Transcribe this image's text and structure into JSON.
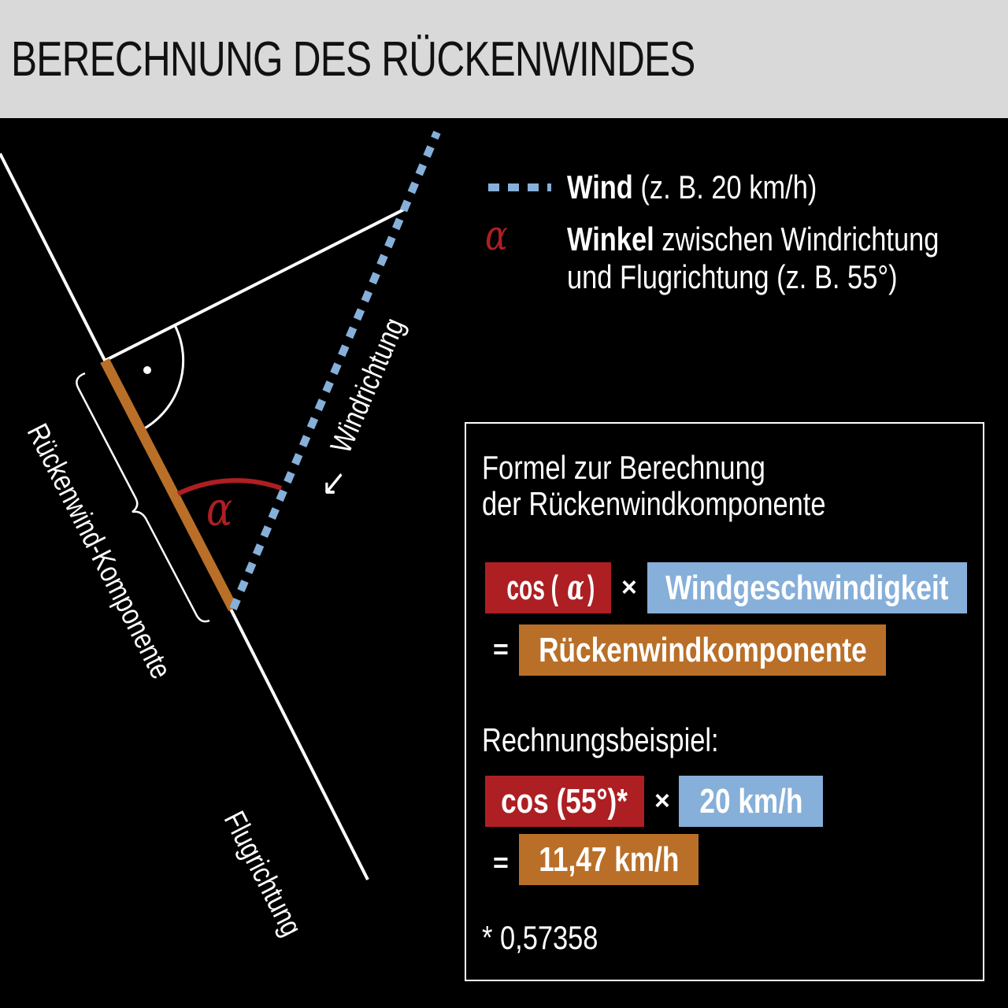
{
  "title": "BERECHNUNG DES RÜCKENWINDES",
  "colors": {
    "header_bg": "#d9d9d9",
    "wind": "#86afd9",
    "angle": "#ad1f23",
    "component": "#b96f28",
    "lines": "#ffffff"
  },
  "diagram": {
    "wind_label": "Windrichtung",
    "flight_label": "Flugrichtung",
    "component_label": "Rückenwind-Komponente",
    "alpha_symbol": "α",
    "arrow_glyph": "↙"
  },
  "legend": {
    "wind_bold": "Wind",
    "wind_text": " (z. B. 20 km/h)",
    "alpha_symbol": "α",
    "angle_bold": "Winkel",
    "angle_text_1": " zwischen Windrichtung",
    "angle_text_2": "und Flugrichtung (z. B. 55°)"
  },
  "formula": {
    "heading_1": "Formel zur Berechnung",
    "heading_2": "der Rückenwindkomponente",
    "cos_prefix": "cos (",
    "cos_alpha": "α",
    "cos_suffix": ")",
    "times": "×",
    "speed": "Windgeschwindigkeit",
    "equals": "=",
    "result": "Rückenwindkomponente"
  },
  "example": {
    "heading": "Rechnungsbeispiel:",
    "cos": "cos (55°)*",
    "times": "×",
    "speed": "20 km/h",
    "equals": "=",
    "result": "11,47 km/h",
    "footnote": "* 0,57358"
  }
}
